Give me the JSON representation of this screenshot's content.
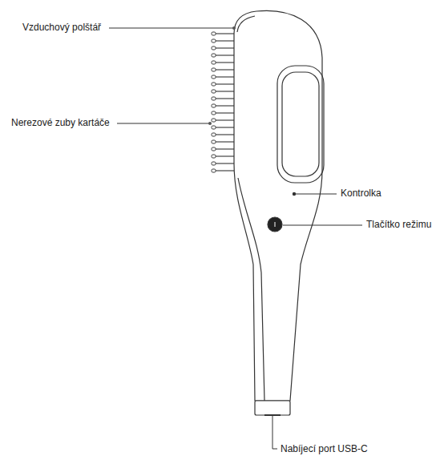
{
  "diagram": {
    "labels": [
      "Vzduchový polštář",
      "Nerezové zuby kartáče",
      "Kontrolka",
      "Tlačítko režimu",
      "Nabíjecí port USB-C"
    ]
  }
}
